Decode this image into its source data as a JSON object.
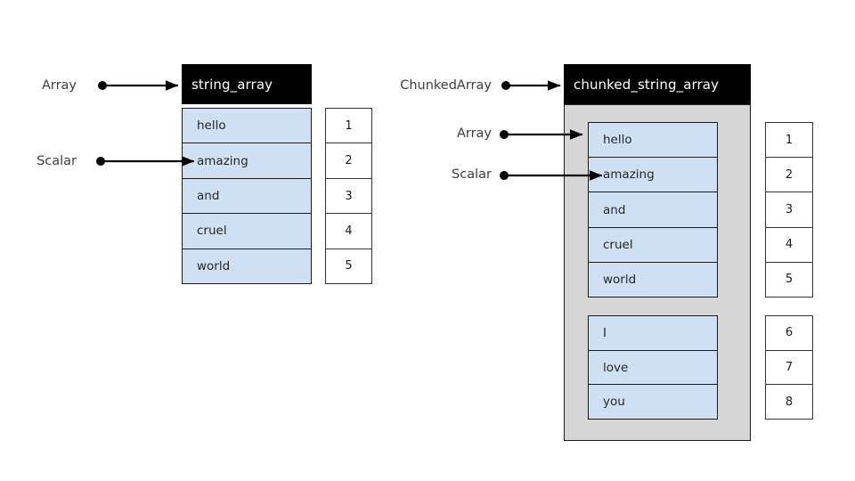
{
  "diagram": {
    "title_hidden": "",
    "colors": {
      "header_bg": "#000000",
      "header_text": "#ffffff",
      "value_bg": "#cfe0f5",
      "chunk_bg": "#d6d6d6",
      "index_bg": "#ffffff",
      "stroke": "#1a1a1a",
      "label_text": "#3d3d3d",
      "page_bg": "#ffffff"
    }
  },
  "left_panel": {
    "header": "string_array",
    "annotations": [
      {
        "label": "Array",
        "target": "header"
      },
      {
        "label": "Scalar",
        "target": "value-cell-1"
      }
    ],
    "values": [
      "hello",
      "amazing",
      "and",
      "cruel",
      "world"
    ],
    "indices": [
      "1",
      "2",
      "3",
      "4",
      "5"
    ]
  },
  "right_panel": {
    "header": "chunked_string_array",
    "annotations": [
      {
        "label": "ChunkedArray",
        "target": "header"
      },
      {
        "label": "Array",
        "target": "chunk-0"
      },
      {
        "label": "Scalar",
        "target": "chunk-0-value-1"
      }
    ],
    "chunks": [
      {
        "values": [
          "hello",
          "amazing",
          "and",
          "cruel",
          "world"
        ],
        "indices": [
          "1",
          "2",
          "3",
          "4",
          "5"
        ]
      },
      {
        "values": [
          "I",
          "love",
          "you"
        ],
        "indices": [
          "6",
          "7",
          "8"
        ]
      }
    ]
  }
}
